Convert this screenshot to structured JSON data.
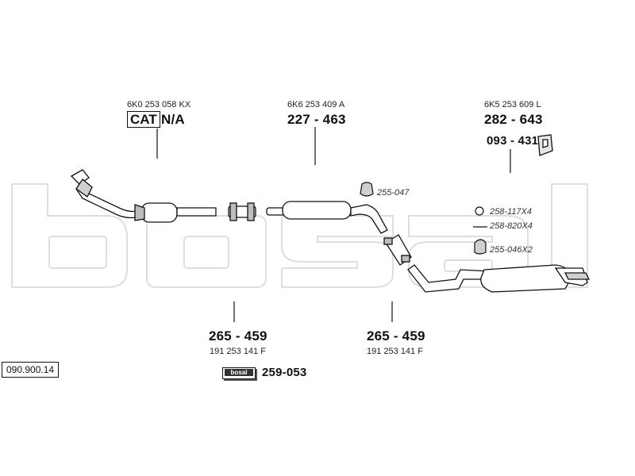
{
  "watermark": "bosal",
  "diagram_number": "090.900.14",
  "catalyst": {
    "oem": "6K0 253 058 KX",
    "cat_label": "CAT",
    "part": "N/A"
  },
  "middle_silencer": {
    "oem": "6K6 253 409 A",
    "part": "227 - 463"
  },
  "rear_silencer": {
    "oem": "6K5 253 609 L",
    "part": "282 - 643"
  },
  "bracket": {
    "part": "093 - 431"
  },
  "small_parts": [
    "255-047",
    "258-117X4",
    "258-820X4",
    "255-046X2"
  ],
  "clamp_left": {
    "part": "265 - 459",
    "oem": "191 253 141 F"
  },
  "clamp_right": {
    "part": "265 - 459",
    "oem": "191 253 141 F"
  },
  "assembly_paste": {
    "part": "259-053"
  },
  "colors": {
    "line": "#111111",
    "watermark": "#e6e6e6",
    "pipe_fill": "#ffffff",
    "shade": "#bdbdbd"
  }
}
